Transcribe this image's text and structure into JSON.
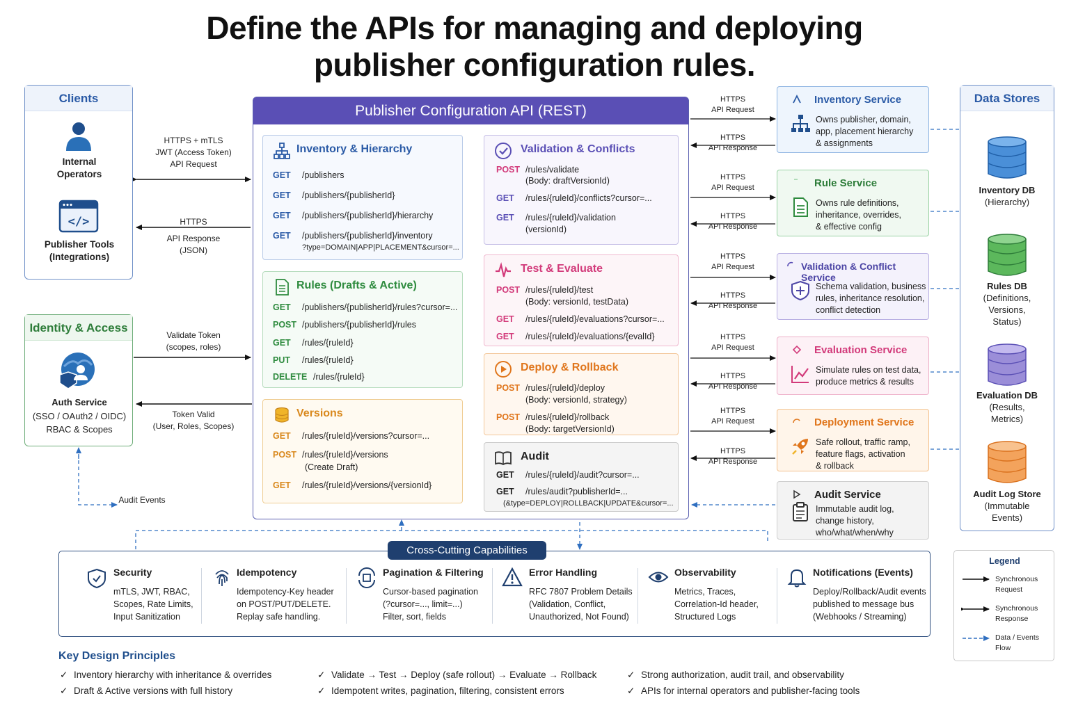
{
  "title": {
    "line1": "Define the APIs for managing and deploying",
    "line2": "publisher configuration rules."
  },
  "clients": {
    "title": "Clients",
    "operators": {
      "line1": "Internal",
      "line2": "Operators"
    },
    "tools": {
      "line1": "Publisher Tools",
      "line2": "(Integrations)"
    }
  },
  "client_arrows": {
    "req": {
      "line1": "HTTPS + mTLS",
      "line2": "JWT (Access Token)",
      "line3": "API Request"
    },
    "resp": {
      "line1": "HTTPS",
      "line2": "API Response",
      "line3": "(JSON)"
    }
  },
  "identity": {
    "title": "Identity & Access",
    "name": "Auth Service",
    "line2": "(SSO / OAuth2 / OIDC)",
    "line3": "RBAC & Scopes",
    "validate": {
      "line1": "Validate Token",
      "line2": "(scopes, roles)"
    },
    "valid": {
      "line1": "Token Valid",
      "line2": "(User, Roles, Scopes)"
    },
    "audit_events": "Audit Events"
  },
  "api": {
    "title": "Publisher Configuration API (REST)",
    "groups": {
      "inventory": {
        "title": "Inventory & Hierarchy",
        "endpoints": [
          {
            "method": "GET",
            "path": "/publishers"
          },
          {
            "method": "GET",
            "path": "/publishers/{publisherId}"
          },
          {
            "method": "GET",
            "path": "/publishers/{publisherId}/hierarchy"
          },
          {
            "method": "GET",
            "path": "/publishers/{publisherId}/inventory",
            "note": "?type=DOMAIN|APP|PLACEMENT&cursor=..."
          }
        ]
      },
      "rules": {
        "title": "Rules (Drafts & Active)",
        "endpoints": [
          {
            "method": "GET",
            "path": "/publishers/{publisherId}/rules?cursor=..."
          },
          {
            "method": "POST",
            "path": "/publishers/{publisherId}/rules"
          },
          {
            "method": "GET",
            "path": "/rules/{ruleId}"
          },
          {
            "method": "PUT",
            "path": "/rules/{ruleId}"
          },
          {
            "method": "DELETE",
            "path": "/rules/{ruleId}"
          }
        ]
      },
      "versions": {
        "title": "Versions",
        "endpoints": [
          {
            "method": "GET",
            "path": "/rules/{ruleId}/versions?cursor=..."
          },
          {
            "method": "POST",
            "path": "/rules/{ruleId}/versions",
            "note": "(Create Draft)"
          },
          {
            "method": "GET",
            "path": "/rules/{ruleId}/versions/{versionId}"
          }
        ]
      },
      "validation": {
        "title": "Validation & Conflicts",
        "endpoints": [
          {
            "method": "POST",
            "path": "/rules/validate",
            "note": "(Body: draftVersionId)"
          },
          {
            "method": "GET",
            "path": "/rules/{ruleId}/conflicts?cursor=..."
          },
          {
            "method": "GET",
            "path": "/rules/{ruleId}/validation",
            "note": "(versionId)"
          }
        ]
      },
      "test": {
        "title": "Test & Evaluate",
        "endpoints": [
          {
            "method": "POST",
            "path": "/rules/{ruleId}/test",
            "note": "(Body: versionId, testData)"
          },
          {
            "method": "GET",
            "path": "/rules/{ruleId}/evaluations?cursor=..."
          },
          {
            "method": "GET",
            "path": "/rules/{ruleId}/evaluations/{evalId}"
          }
        ]
      },
      "deploy": {
        "title": "Deploy & Rollback",
        "endpoints": [
          {
            "method": "POST",
            "path": "/rules/{ruleId}/deploy",
            "note": "(Body: versionId, strategy)"
          },
          {
            "method": "POST",
            "path": "/rules/{ruleId}/rollback",
            "note": "(Body: targetVersionId)"
          }
        ]
      },
      "audit": {
        "title": "Audit",
        "endpoints": [
          {
            "method": "GET",
            "path": "/rules/{ruleId}/audit?cursor=..."
          },
          {
            "method": "GET",
            "path": "/rules/audit?publisherId=...",
            "note": "(&type=DEPLOY|ROLLBACK|UPDATE&cursor=..."
          }
        ]
      }
    }
  },
  "links": {
    "https": "HTTPS",
    "request": "API Request",
    "response": "API Response"
  },
  "services": {
    "inventory": {
      "title": "Inventory Service",
      "desc": [
        "Owns publisher, domain,",
        "app, placement hierarchy",
        "& assignments"
      ]
    },
    "rule": {
      "title": "Rule Service",
      "desc": [
        "Owns rule definitions,",
        "inheritance, overrides,",
        "& effective config"
      ]
    },
    "validation": {
      "title": "Validation & Conflict Service",
      "desc": [
        "Schema validation, business",
        "rules, inheritance resolution,",
        "conflict detection"
      ]
    },
    "evaluation": {
      "title": "Evaluation Service",
      "desc": [
        "Simulate rules on test data,",
        "produce metrics & results"
      ]
    },
    "deployment": {
      "title": "Deployment Service",
      "desc": [
        "Safe rollout, traffic ramp,",
        "feature flags, activation",
        "& rollback"
      ]
    },
    "audit": {
      "title": "Audit Service",
      "desc": [
        "Immutable audit log,",
        "change history,",
        "who/what/when/why"
      ]
    }
  },
  "datastores": {
    "title": "Data Stores",
    "inventory": [
      "Inventory DB",
      "(Hierarchy)"
    ],
    "rules": [
      "Rules DB",
      "(Definitions,",
      "Versions,",
      "Status)"
    ],
    "evaluation": [
      "Evaluation DB",
      "(Results,",
      "Metrics)"
    ],
    "audit": [
      "Audit Log Store",
      "(Immutable",
      "Events)"
    ]
  },
  "crosscutting": {
    "title": "Cross-Cutting Capabilities",
    "items": [
      {
        "title": "Security",
        "desc": [
          "mTLS, JWT, RBAC,",
          "Scopes, Rate Limits,",
          "Input Sanitization"
        ]
      },
      {
        "title": "Idempotency",
        "desc": [
          "Idempotency-Key header",
          "on POST/PUT/DELETE.",
          "Replay safe handling."
        ]
      },
      {
        "title": "Pagination & Filtering",
        "desc": [
          "Cursor-based pagination",
          "(?cursor=..., limit=...)",
          "Filter, sort, fields"
        ]
      },
      {
        "title": "Error Handling",
        "desc": [
          "RFC 7807 Problem Details",
          "(Validation, Conflict,",
          "Unauthorized, Not Found)"
        ]
      },
      {
        "title": "Observability",
        "desc": [
          "Metrics, Traces,",
          "Correlation-Id header,",
          "Structured Logs"
        ]
      },
      {
        "title": "Notifications (Events)",
        "desc": [
          "Deploy/Rollback/Audit events",
          "published to message bus",
          "(Webhooks / Streaming)"
        ]
      }
    ]
  },
  "legend": {
    "title": "Legend",
    "sync_req": [
      "Synchronous",
      "Request"
    ],
    "sync_resp": [
      "Synchronous",
      "Response"
    ],
    "data_flow": [
      "Data / Events",
      "Flow"
    ]
  },
  "principles": {
    "title": "Key Design Principles",
    "items": [
      "Inventory hierarchy with inheritance & overrides",
      "Draft & Active versions with full history",
      "Validate → Test → Deploy (safe rollout) → Evaluate → Rollback",
      "Idempotent writes, pagination, filtering, consistent errors",
      "Strong authorization, audit trail, and observability",
      "APIs for internal operators and publisher-facing tools"
    ]
  },
  "colors": {
    "api_header": "#5a4fb5",
    "inventory": "#2a5aa6",
    "rules": "#2e8b3e",
    "versions": "#d9881c",
    "validation": "#5a4fb5",
    "test": "#d23a7a",
    "deploy": "#e0761c",
    "audit": "#333333"
  }
}
